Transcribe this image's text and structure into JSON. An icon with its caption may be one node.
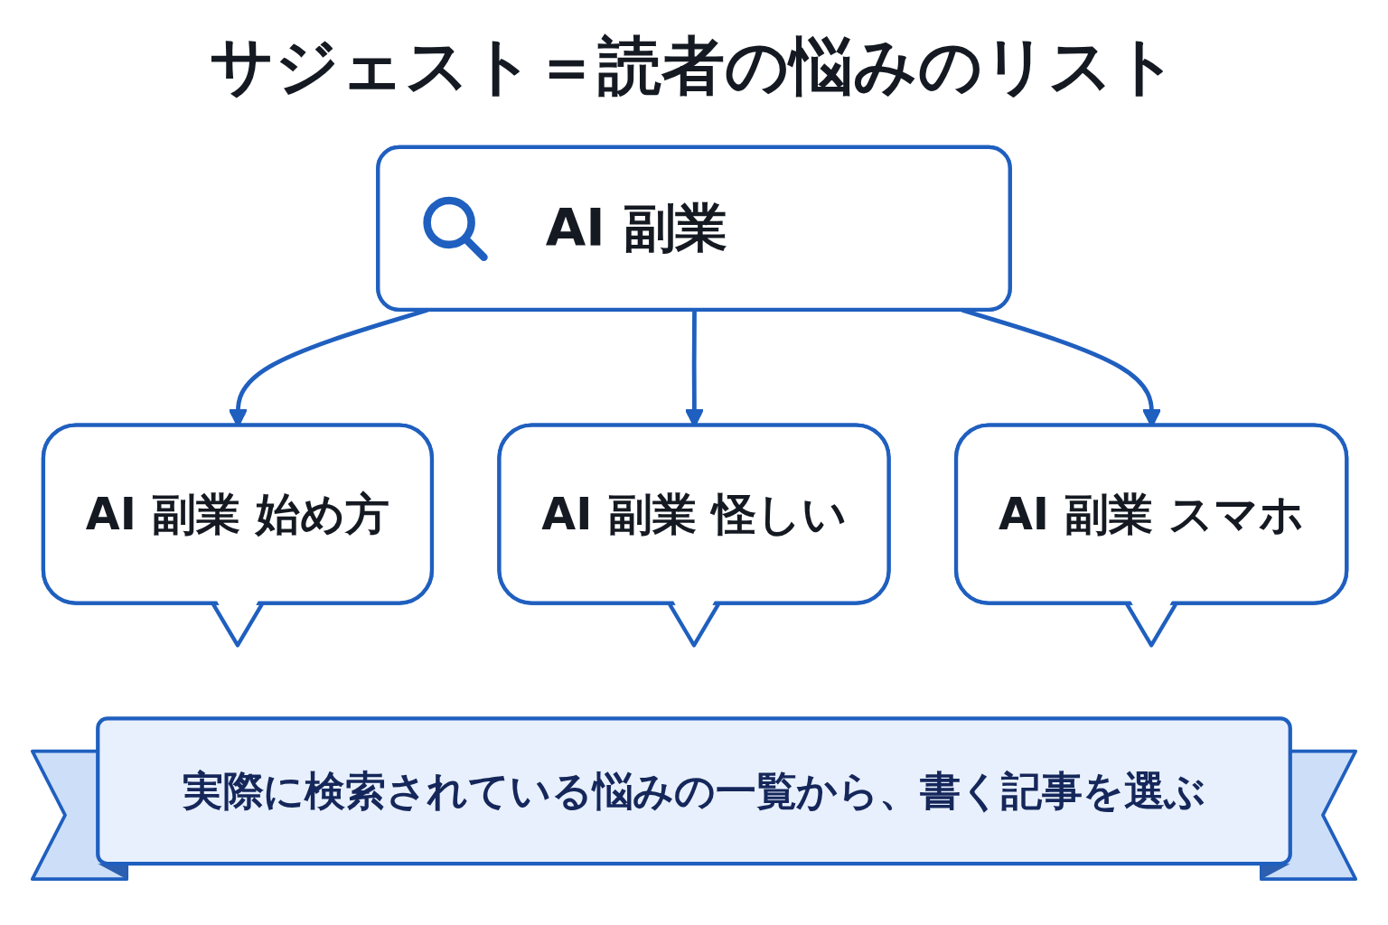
{
  "diagram": {
    "title": "サジェスト＝読者の悩みのリスト",
    "nodes": [
      {
        "text": [
          "AI 副業"
        ]
      },
      {
        "text": [
          "AI 副業 始め方"
        ]
      },
      {
        "text": [
          "AI 副業 怪しい"
        ]
      },
      {
        "text": [
          "AI 副業 スマホ"
        ]
      },
      {
        "text": [
          "実際に検索されている悩みの一覧から、書く記事を選ぶ"
        ]
      }
    ],
    "edges": [
      {
        "from": 0,
        "to": 1,
        "arrow": "to"
      },
      {
        "from": 0,
        "to": 2,
        "arrow": "to"
      },
      {
        "from": 0,
        "to": 3,
        "arrow": "to"
      }
    ]
  }
}
